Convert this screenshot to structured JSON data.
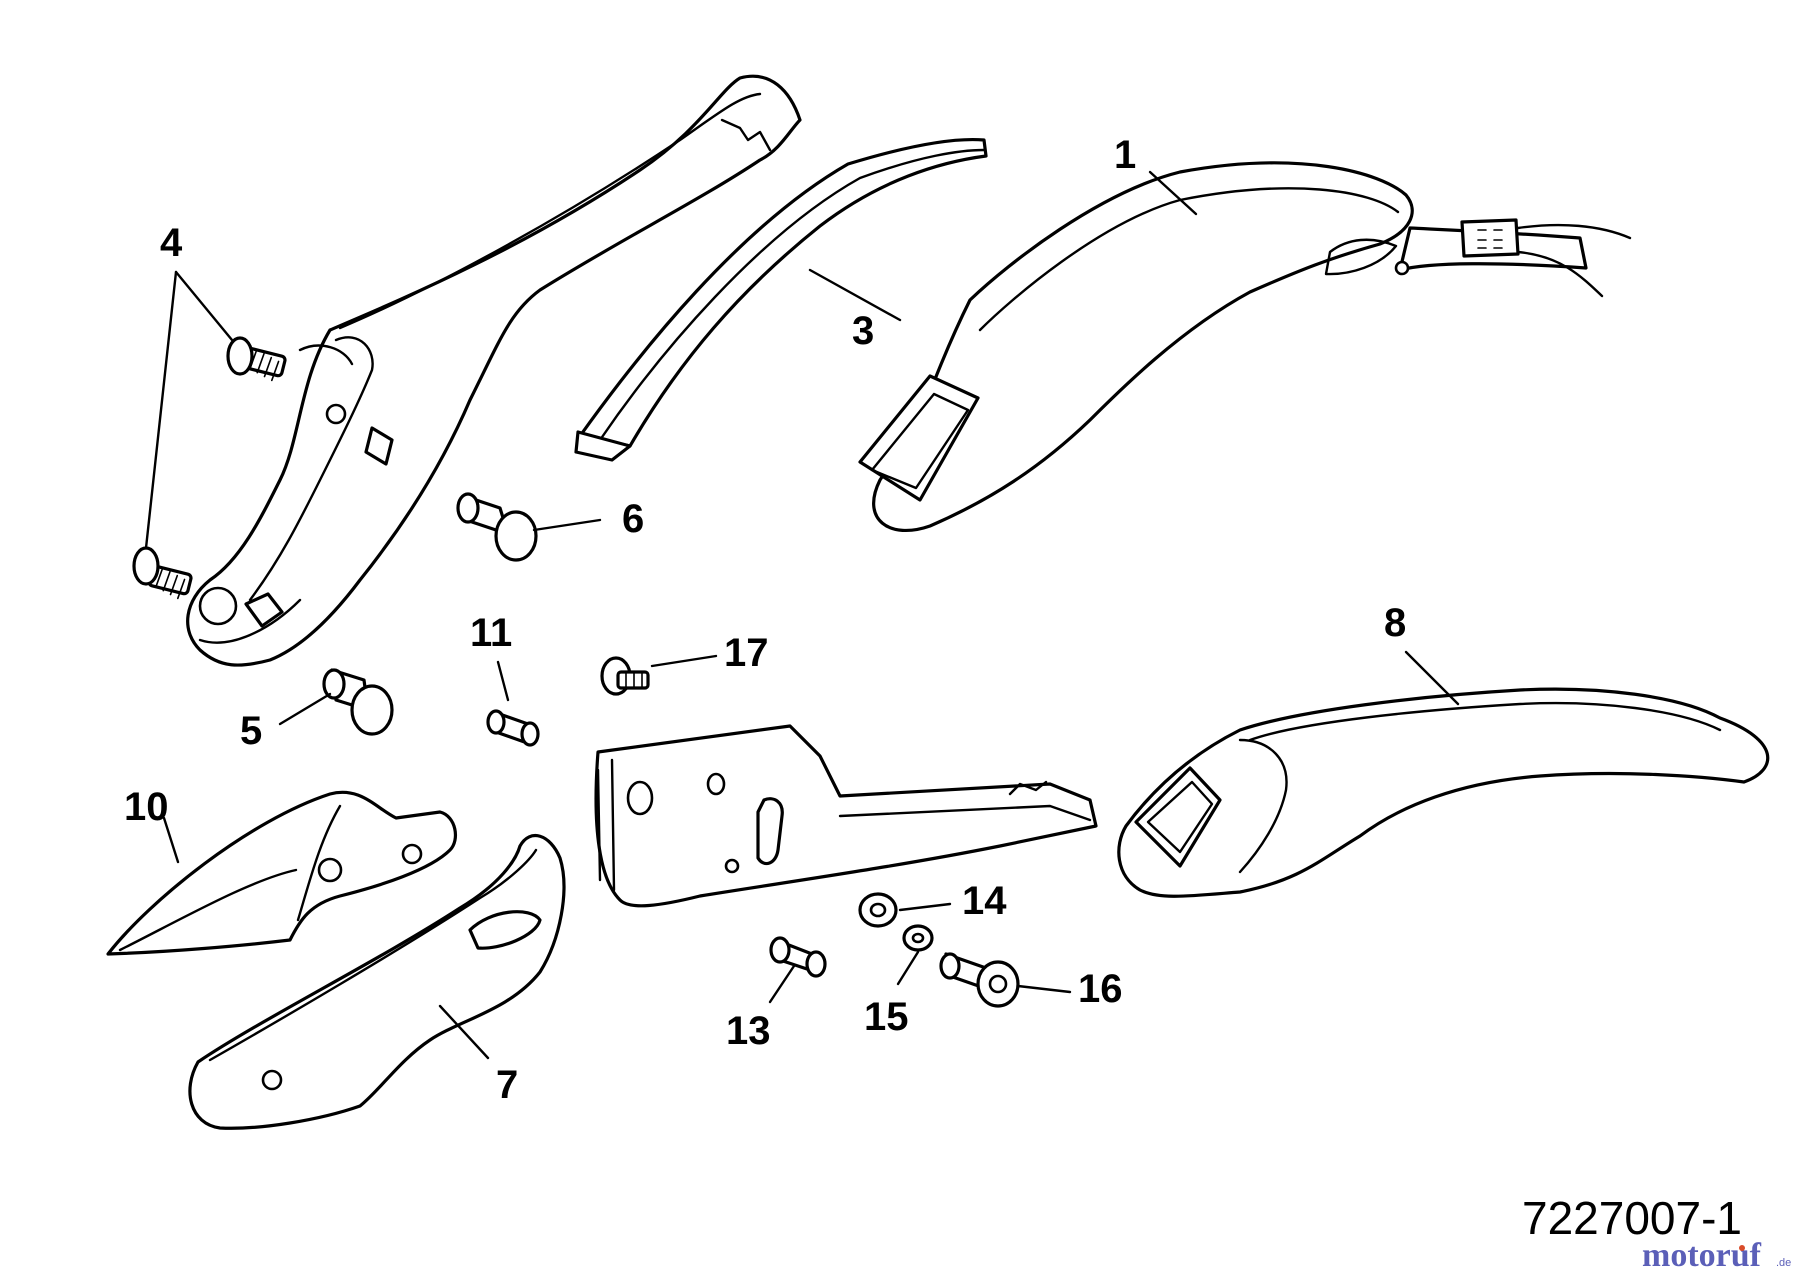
{
  "diagram": {
    "drawing_number": "7227007-1",
    "watermark": {
      "brand": "motoruf",
      "tld": ".de",
      "brand_color": "#5b5fb8",
      "dot_color": "#d94c2a"
    },
    "callouts": {
      "p1": "1",
      "p3": "3",
      "p4": "4",
      "p5": "5",
      "p6": "6",
      "p7": "7",
      "p8": "8",
      "p10": "10",
      "p11": "11",
      "p13": "13",
      "p14": "14",
      "p15": "15",
      "p16": "16",
      "p17": "17"
    }
  }
}
